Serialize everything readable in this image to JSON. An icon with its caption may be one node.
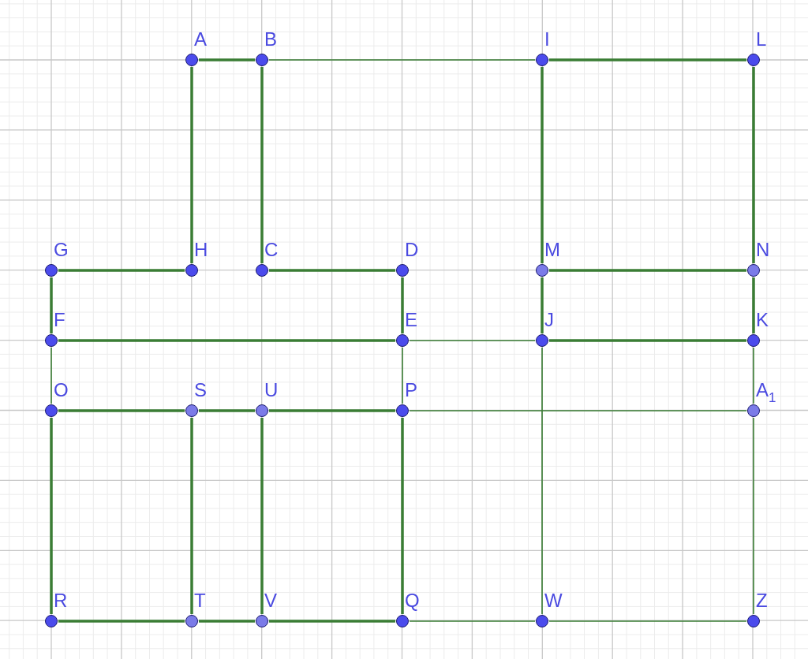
{
  "diagram": {
    "nodes": [
      {
        "text": [
          "A"
        ]
      },
      {
        "text": [
          "B"
        ]
      },
      {
        "text": [
          "I"
        ]
      },
      {
        "text": [
          "L"
        ]
      },
      {
        "text": [
          "G"
        ]
      },
      {
        "text": [
          "H"
        ]
      },
      {
        "text": [
          "C"
        ]
      },
      {
        "text": [
          "D"
        ]
      },
      {
        "text": [
          "M"
        ]
      },
      {
        "text": [
          "N"
        ]
      },
      {
        "text": [
          "F"
        ]
      },
      {
        "text": [
          "E"
        ]
      },
      {
        "text": [
          "J"
        ]
      },
      {
        "text": [
          "K"
        ]
      },
      {
        "text": [
          "O"
        ]
      },
      {
        "text": [
          "S"
        ]
      },
      {
        "text": [
          "U"
        ]
      },
      {
        "text": [
          "P"
        ]
      },
      {
        "text": [
          "A$_{1}$"
        ]
      },
      {
        "text": [
          "R"
        ]
      },
      {
        "text": [
          "T"
        ]
      },
      {
        "text": [
          "V"
        ]
      },
      {
        "text": [
          "Q"
        ]
      },
      {
        "text": [
          "W"
        ]
      },
      {
        "text": [
          "Z"
        ]
      }
    ],
    "edges": [
      {
        "from": 0,
        "to": 1,
        "arrow": "none"
      },
      {
        "from": 1,
        "to": 2,
        "arrow": "none"
      },
      {
        "from": 2,
        "to": 3,
        "arrow": "none"
      },
      {
        "from": 0,
        "to": 5,
        "arrow": "none"
      },
      {
        "from": 1,
        "to": 6,
        "arrow": "none"
      },
      {
        "from": 2,
        "to": 8,
        "arrow": "none"
      },
      {
        "from": 3,
        "to": 9,
        "arrow": "none"
      },
      {
        "from": 4,
        "to": 5,
        "arrow": "none"
      },
      {
        "from": 6,
        "to": 7,
        "arrow": "none"
      },
      {
        "from": 8,
        "to": 9,
        "arrow": "none"
      },
      {
        "from": 4,
        "to": 10,
        "arrow": "none"
      },
      {
        "from": 7,
        "to": 11,
        "arrow": "none"
      },
      {
        "from": 8,
        "to": 12,
        "arrow": "none"
      },
      {
        "from": 9,
        "to": 13,
        "arrow": "none"
      },
      {
        "from": 10,
        "to": 11,
        "arrow": "none"
      },
      {
        "from": 11,
        "to": 12,
        "arrow": "none"
      },
      {
        "from": 12,
        "to": 13,
        "arrow": "none"
      },
      {
        "from": 10,
        "to": 14,
        "arrow": "none"
      },
      {
        "from": 11,
        "to": 17,
        "arrow": "none"
      },
      {
        "from": 12,
        "to": 23,
        "arrow": "none"
      },
      {
        "from": 13,
        "to": 18,
        "arrow": "none"
      },
      {
        "from": 14,
        "to": 15,
        "arrow": "none"
      },
      {
        "from": 15,
        "to": 16,
        "arrow": "none"
      },
      {
        "from": 16,
        "to": 17,
        "arrow": "none"
      },
      {
        "from": 17,
        "to": 18,
        "arrow": "none"
      },
      {
        "from": 14,
        "to": 19,
        "arrow": "none"
      },
      {
        "from": 15,
        "to": 20,
        "arrow": "none"
      },
      {
        "from": 16,
        "to": 21,
        "arrow": "none"
      },
      {
        "from": 17,
        "to": 22,
        "arrow": "none"
      },
      {
        "from": 18,
        "to": 24,
        "arrow": "none"
      },
      {
        "from": 19,
        "to": 20,
        "arrow": "none"
      },
      {
        "from": 20,
        "to": 21,
        "arrow": "none"
      },
      {
        "from": 21,
        "to": 22,
        "arrow": "none"
      },
      {
        "from": 22,
        "to": 23,
        "arrow": "none"
      },
      {
        "from": 23,
        "to": 24,
        "arrow": "none"
      }
    ]
  }
}
